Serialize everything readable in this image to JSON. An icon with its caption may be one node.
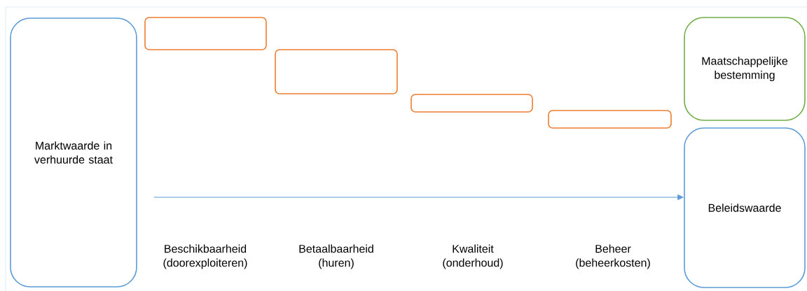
{
  "diagram": {
    "nodes": [
      {
        "text": [
          "Marktwaarde in verhuurde staat"
        ]
      },
      {
        "text": [],
        "shape": "box"
      },
      {
        "text": [],
        "shape": "box"
      },
      {
        "text": [],
        "shape": "box"
      },
      {
        "text": [],
        "shape": "box"
      },
      {
        "text": [
          "Maatschappelijke bestemming"
        ]
      },
      {
        "text": [
          "Beleidswaarde"
        ]
      }
    ],
    "edges": [
      {
        "from": null,
        "to": 6,
        "arrow": "to"
      }
    ],
    "labels": [
      "Beschikbaarheid (doorexploiteren)",
      "Betaalbaarheid (huren)",
      "Kwaliteit (onderhoud)",
      "Beheer (beheerkosten)"
    ]
  }
}
